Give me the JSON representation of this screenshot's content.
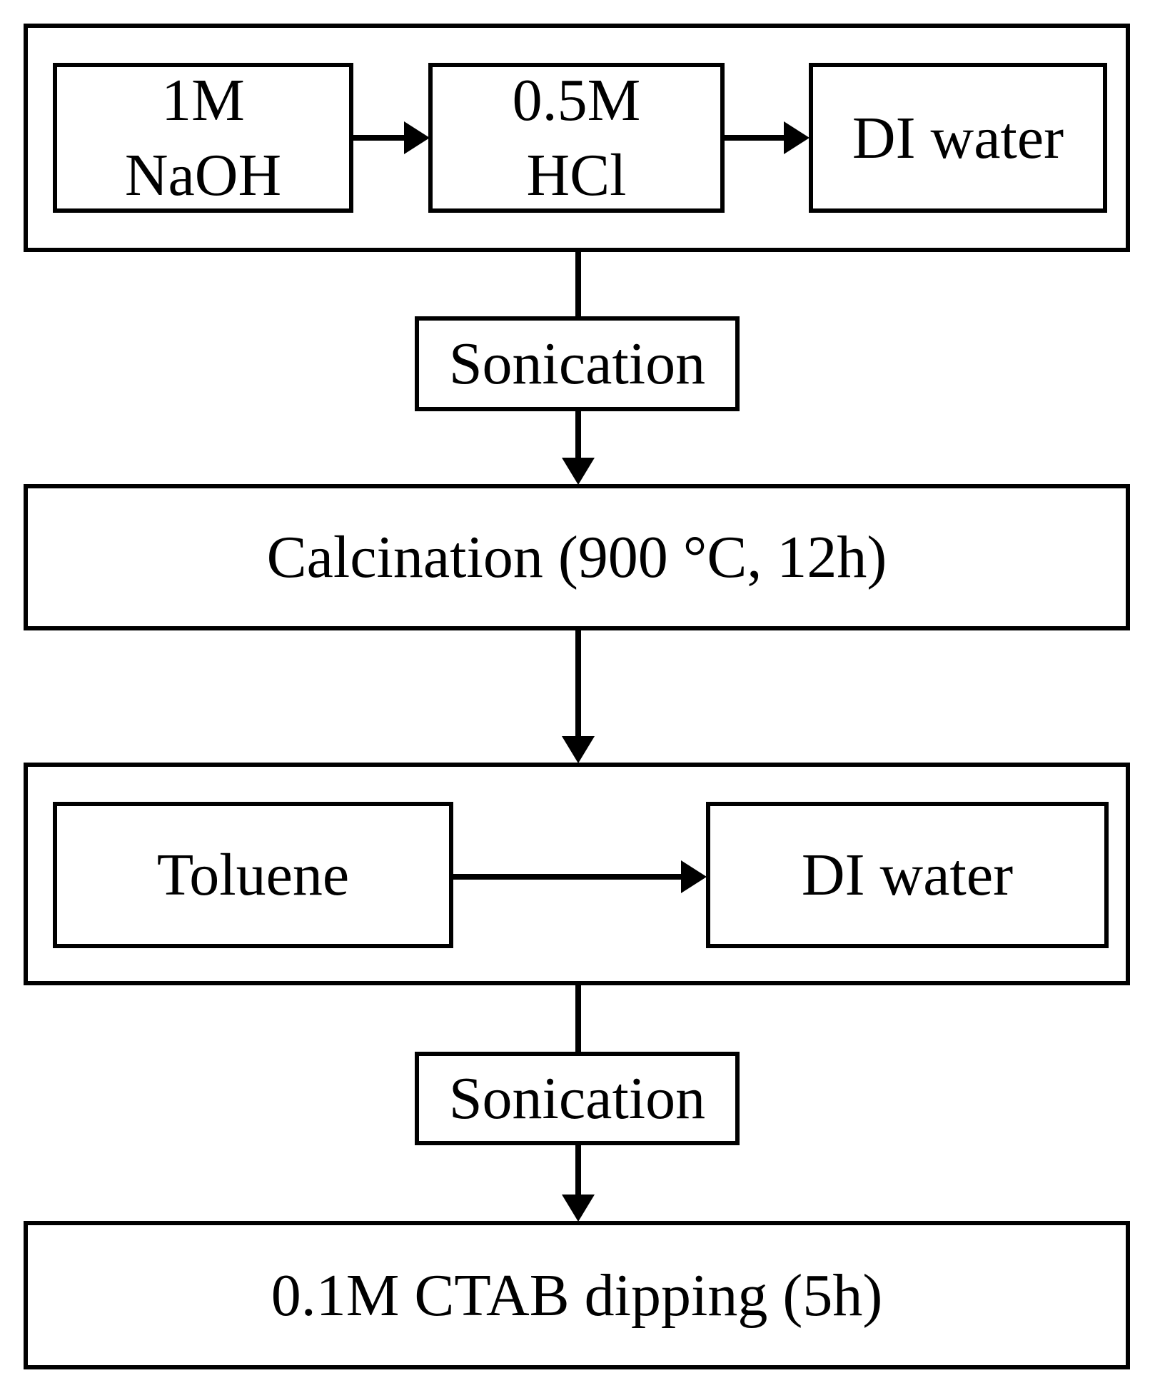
{
  "diagram": {
    "stage1": {
      "naoh": {
        "line1": "1M",
        "line2": "NaOH"
      },
      "hcl": {
        "line1": "0.5M",
        "line2": "HCl"
      },
      "di_water": {
        "label": "DI water"
      }
    },
    "sonication1": {
      "label": "Sonication"
    },
    "calcination": {
      "label": "Calcination (900 °C, 12h)"
    },
    "stage2": {
      "toluene": {
        "label": "Toluene"
      },
      "di_water": {
        "label": "DI water"
      }
    },
    "sonication2": {
      "label": "Sonication"
    },
    "ctab": {
      "label": "0.1M CTAB dipping (5h)"
    }
  },
  "colors": {
    "line": "#000000",
    "background": "#ffffff"
  }
}
